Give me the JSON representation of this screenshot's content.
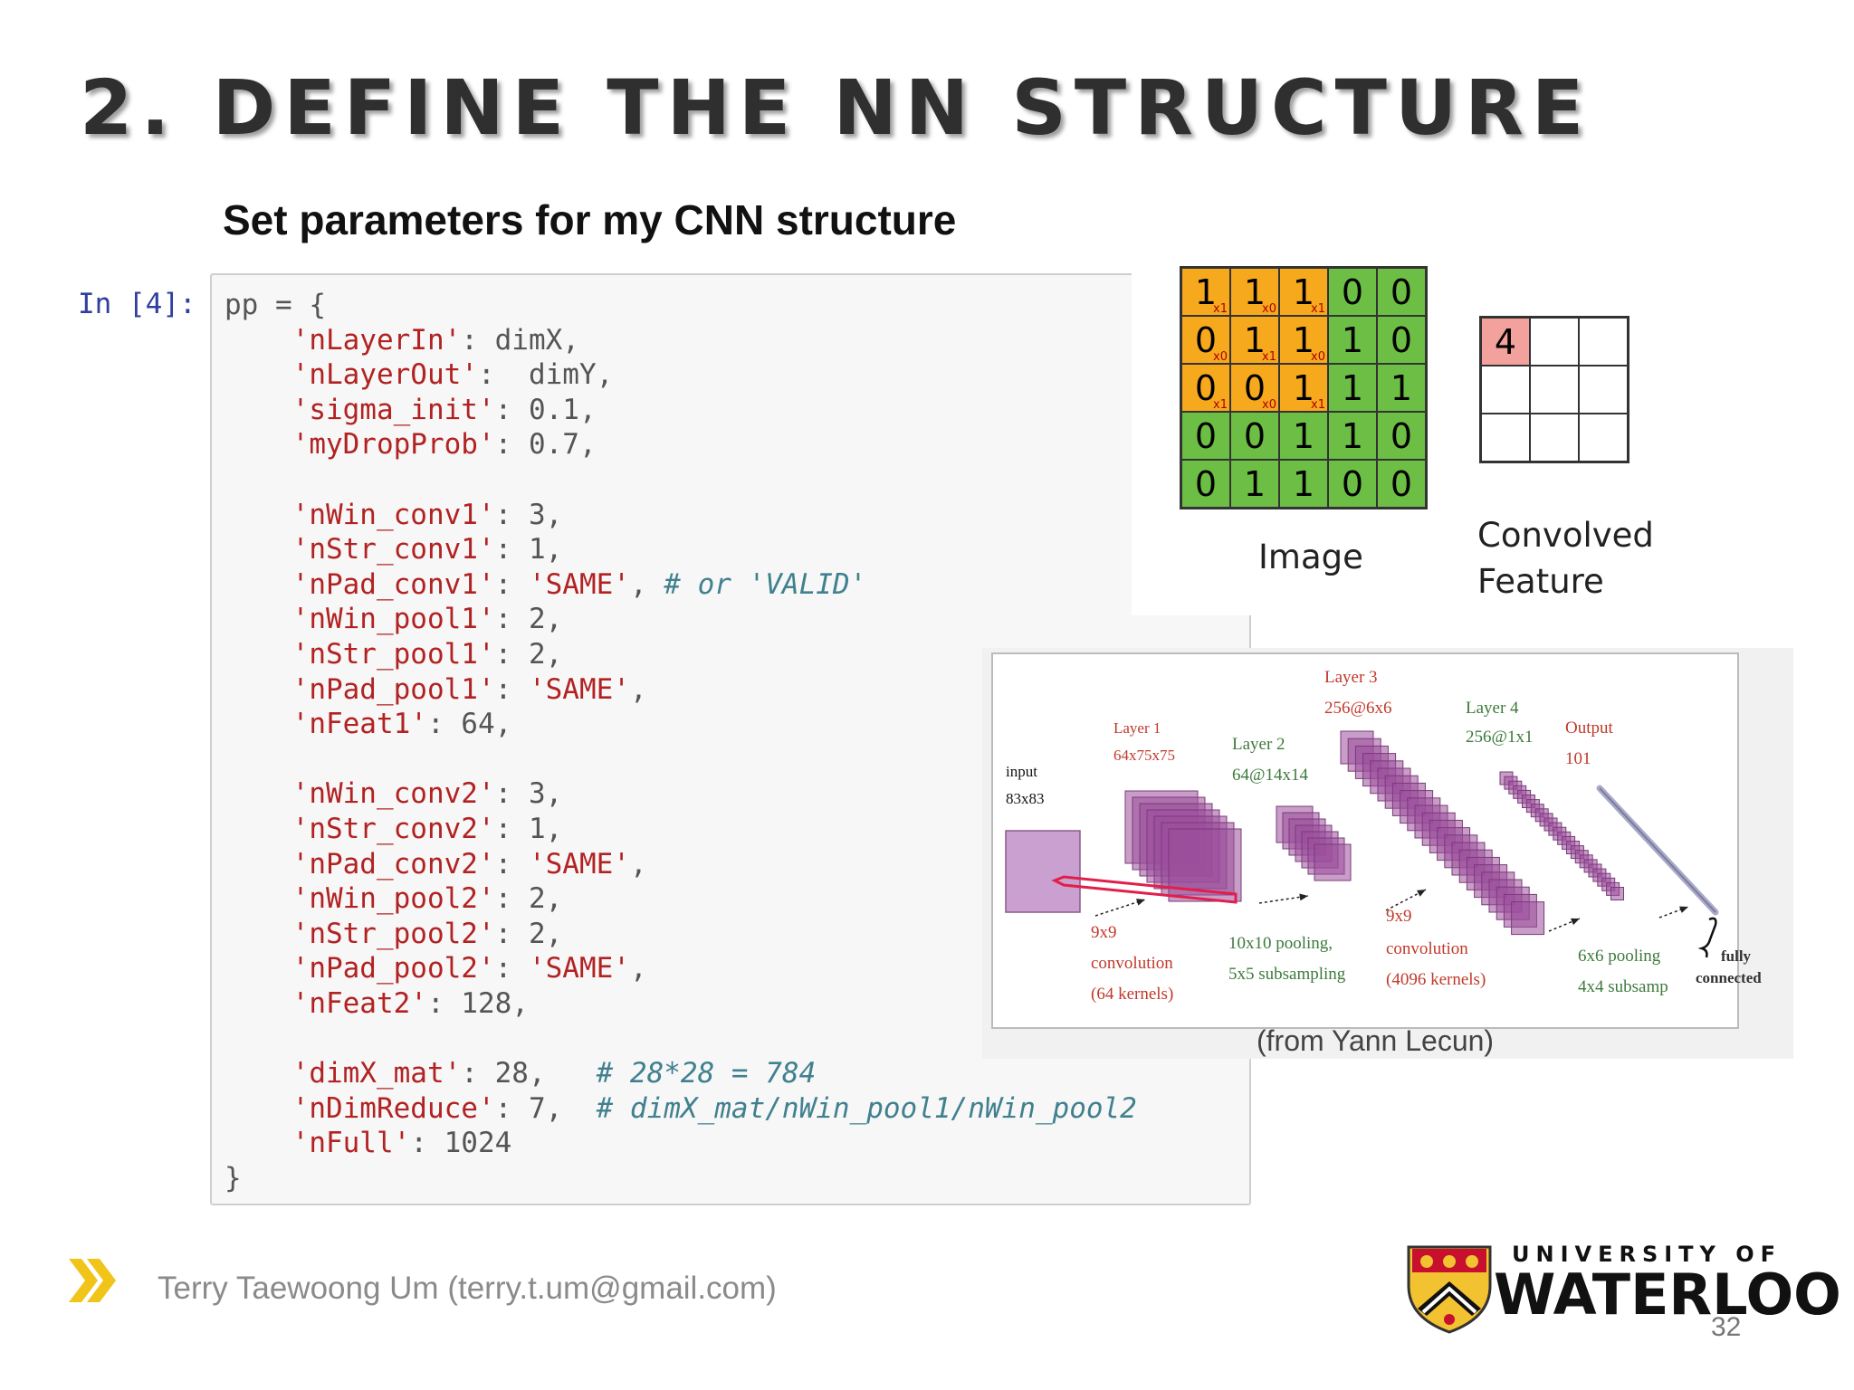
{
  "slide": {
    "title": "2. DEFINE THE NN STRUCTURE",
    "subtitle": "Set parameters for my CNN structure",
    "page_number": "32"
  },
  "notebook": {
    "prompt": "In [4]:",
    "code_lines": [
      [
        {
          "t": "pp = {",
          "c": "n"
        }
      ],
      [
        {
          "t": "    ",
          "c": "n"
        },
        {
          "t": "'nLayerIn'",
          "c": "k"
        },
        {
          "t": ": dimX,",
          "c": "n"
        }
      ],
      [
        {
          "t": "    ",
          "c": "n"
        },
        {
          "t": "'nLayerOut'",
          "c": "k"
        },
        {
          "t": ":  dimY,",
          "c": "n"
        }
      ],
      [
        {
          "t": "    ",
          "c": "n"
        },
        {
          "t": "'sigma_init'",
          "c": "k"
        },
        {
          "t": ": 0.1,",
          "c": "n"
        }
      ],
      [
        {
          "t": "    ",
          "c": "n"
        },
        {
          "t": "'myDropProb'",
          "c": "k"
        },
        {
          "t": ": 0.7,",
          "c": "n"
        }
      ],
      [
        {
          "t": "",
          "c": "n"
        }
      ],
      [
        {
          "t": "    ",
          "c": "n"
        },
        {
          "t": "'nWin_conv1'",
          "c": "k"
        },
        {
          "t": ": 3,",
          "c": "n"
        }
      ],
      [
        {
          "t": "    ",
          "c": "n"
        },
        {
          "t": "'nStr_conv1'",
          "c": "k"
        },
        {
          "t": ": 1,",
          "c": "n"
        }
      ],
      [
        {
          "t": "    ",
          "c": "n"
        },
        {
          "t": "'nPad_conv1'",
          "c": "k"
        },
        {
          "t": ": ",
          "c": "n"
        },
        {
          "t": "'SAME'",
          "c": "k"
        },
        {
          "t": ", ",
          "c": "n"
        },
        {
          "t": "# or 'VALID'",
          "c": "c"
        }
      ],
      [
        {
          "t": "    ",
          "c": "n"
        },
        {
          "t": "'nWin_pool1'",
          "c": "k"
        },
        {
          "t": ": 2,",
          "c": "n"
        }
      ],
      [
        {
          "t": "    ",
          "c": "n"
        },
        {
          "t": "'nStr_pool1'",
          "c": "k"
        },
        {
          "t": ": 2,",
          "c": "n"
        }
      ],
      [
        {
          "t": "    ",
          "c": "n"
        },
        {
          "t": "'nPad_pool1'",
          "c": "k"
        },
        {
          "t": ": ",
          "c": "n"
        },
        {
          "t": "'SAME'",
          "c": "k"
        },
        {
          "t": ",",
          "c": "n"
        }
      ],
      [
        {
          "t": "    ",
          "c": "n"
        },
        {
          "t": "'nFeat1'",
          "c": "k"
        },
        {
          "t": ": 64,",
          "c": "n"
        }
      ],
      [
        {
          "t": "",
          "c": "n"
        }
      ],
      [
        {
          "t": "    ",
          "c": "n"
        },
        {
          "t": "'nWin_conv2'",
          "c": "k"
        },
        {
          "t": ": 3,",
          "c": "n"
        }
      ],
      [
        {
          "t": "    ",
          "c": "n"
        },
        {
          "t": "'nStr_conv2'",
          "c": "k"
        },
        {
          "t": ": 1,",
          "c": "n"
        }
      ],
      [
        {
          "t": "    ",
          "c": "n"
        },
        {
          "t": "'nPad_conv2'",
          "c": "k"
        },
        {
          "t": ": ",
          "c": "n"
        },
        {
          "t": "'SAME'",
          "c": "k"
        },
        {
          "t": ",",
          "c": "n"
        }
      ],
      [
        {
          "t": "    ",
          "c": "n"
        },
        {
          "t": "'nWin_pool2'",
          "c": "k"
        },
        {
          "t": ": 2,",
          "c": "n"
        }
      ],
      [
        {
          "t": "    ",
          "c": "n"
        },
        {
          "t": "'nStr_pool2'",
          "c": "k"
        },
        {
          "t": ": 2,",
          "c": "n"
        }
      ],
      [
        {
          "t": "    ",
          "c": "n"
        },
        {
          "t": "'nPad_pool2'",
          "c": "k"
        },
        {
          "t": ": ",
          "c": "n"
        },
        {
          "t": "'SAME'",
          "c": "k"
        },
        {
          "t": ",",
          "c": "n"
        }
      ],
      [
        {
          "t": "    ",
          "c": "n"
        },
        {
          "t": "'nFeat2'",
          "c": "k"
        },
        {
          "t": ": 128,",
          "c": "n"
        }
      ],
      [
        {
          "t": "",
          "c": "n"
        }
      ],
      [
        {
          "t": "    ",
          "c": "n"
        },
        {
          "t": "'dimX_mat'",
          "c": "k"
        },
        {
          "t": ": 28,   ",
          "c": "n"
        },
        {
          "t": "# 28*28 = 784",
          "c": "c"
        }
      ],
      [
        {
          "t": "    ",
          "c": "n"
        },
        {
          "t": "'nDimReduce'",
          "c": "k"
        },
        {
          "t": ": 7,  ",
          "c": "n"
        },
        {
          "t": "# dimX_mat/nWin_pool1/nWin_pool2",
          "c": "c"
        }
      ],
      [
        {
          "t": "    ",
          "c": "n"
        },
        {
          "t": "'nFull'",
          "c": "k"
        },
        {
          "t": ": 1024",
          "c": "n"
        }
      ],
      [
        {
          "t": "}",
          "c": "n"
        }
      ]
    ]
  },
  "convolution_figure": {
    "image_matrix": [
      [
        {
          "v": "1",
          "w": "x1",
          "color": "orange"
        },
        {
          "v": "1",
          "w": "x0",
          "color": "orange"
        },
        {
          "v": "1",
          "w": "x1",
          "color": "orange"
        },
        {
          "v": "0",
          "w": "",
          "color": "green"
        },
        {
          "v": "0",
          "w": "",
          "color": "green"
        }
      ],
      [
        {
          "v": "0",
          "w": "x0",
          "color": "orange"
        },
        {
          "v": "1",
          "w": "x1",
          "color": "orange"
        },
        {
          "v": "1",
          "w": "x0",
          "color": "orange"
        },
        {
          "v": "1",
          "w": "",
          "color": "green"
        },
        {
          "v": "0",
          "w": "",
          "color": "green"
        }
      ],
      [
        {
          "v": "0",
          "w": "x1",
          "color": "orange"
        },
        {
          "v": "0",
          "w": "x0",
          "color": "orange"
        },
        {
          "v": "1",
          "w": "x1",
          "color": "orange"
        },
        {
          "v": "1",
          "w": "",
          "color": "green"
        },
        {
          "v": "1",
          "w": "",
          "color": "green"
        }
      ],
      [
        {
          "v": "0",
          "w": "",
          "color": "green"
        },
        {
          "v": "0",
          "w": "",
          "color": "green"
        },
        {
          "v": "1",
          "w": "",
          "color": "green"
        },
        {
          "v": "1",
          "w": "",
          "color": "green"
        },
        {
          "v": "0",
          "w": "",
          "color": "green"
        }
      ],
      [
        {
          "v": "0",
          "w": "",
          "color": "green"
        },
        {
          "v": "1",
          "w": "",
          "color": "green"
        },
        {
          "v": "1",
          "w": "",
          "color": "green"
        },
        {
          "v": "0",
          "w": "",
          "color": "green"
        },
        {
          "v": "0",
          "w": "",
          "color": "green"
        }
      ]
    ],
    "convolved_matrix": [
      [
        "4",
        "",
        ""
      ],
      [
        "",
        "",
        ""
      ],
      [
        "",
        "",
        ""
      ]
    ],
    "image_label": "Image",
    "convolved_label": "Convolved Feature"
  },
  "lenet_figure": {
    "labels": {
      "input": "input",
      "input_size": "83x83",
      "layer1": "Layer 1",
      "layer1_size": "64x75x75",
      "layer2": "Layer 2",
      "layer2_size": "64@14x14",
      "layer3": "Layer 3",
      "layer3_size": "256@6x6",
      "layer4": "Layer 4",
      "layer4_size": "256@1x1",
      "output": "Output",
      "output_size": "101",
      "conv1_a": "9x9",
      "conv1_b": "convolution",
      "conv1_c": "(64 kernels)",
      "pool1_a": "10x10 pooling,",
      "pool1_b": "5x5 subsampling",
      "conv2_a": "9x9",
      "conv2_b": "convolution",
      "conv2_c": "(4096 kernels)",
      "pool2_a": "6x6 pooling",
      "pool2_b": "4x4 subsamp",
      "fc_a": "fully",
      "fc_b": "connected"
    },
    "source": "(from Yann Lecun)",
    "colors": {
      "purple": "#9b4f9b",
      "purple_light": "#c9a0d0",
      "red_label": "#c0392b",
      "green_label": "#3c7a3c"
    }
  },
  "footer": {
    "author": "Terry Taewoong Um (terry.t.um@gmail.com)",
    "university_top": "UNIVERSITY OF",
    "university_name": "WATERLOO"
  },
  "colors": {
    "chevron": "#f0c419",
    "matrix_orange": "#f7a91e",
    "matrix_green": "#6cbf44",
    "convolved_highlight": "#f3a19d"
  }
}
